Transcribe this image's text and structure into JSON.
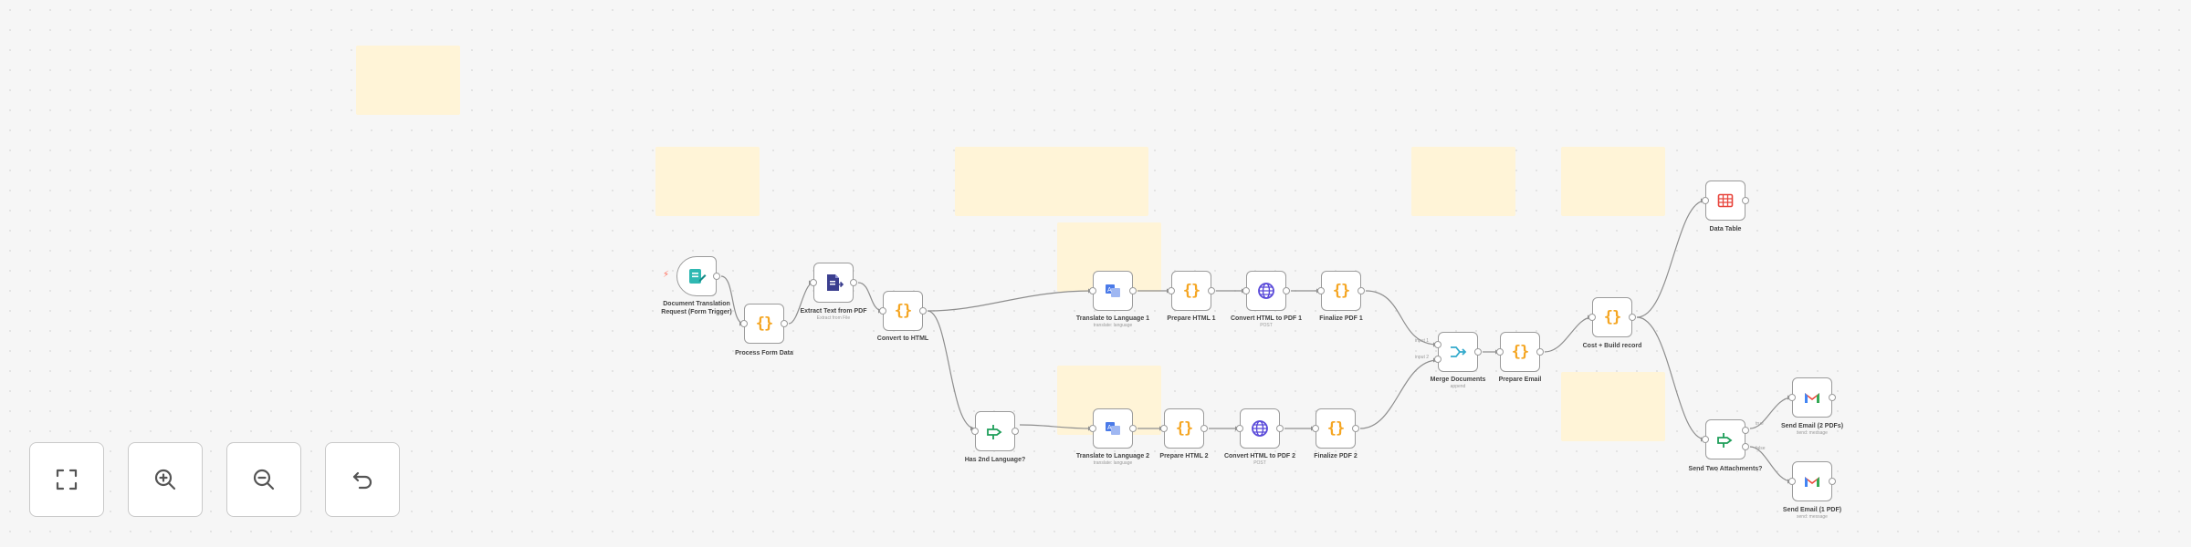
{
  "canvas": {
    "nodes": {
      "form_trigger": {
        "label": "Document Translation Request (Form Trigger)",
        "icon": "form-icon"
      },
      "process_form": {
        "label": "Process Form Data",
        "icon": "code-icon"
      },
      "extract_pdf": {
        "label": "Extract Text from PDF",
        "sub": "Extract from File",
        "icon": "file-extract-icon"
      },
      "convert_html": {
        "label": "Convert to HTML",
        "icon": "code-icon"
      },
      "translate_1": {
        "label": "Translate to Language 1",
        "sub": "translate: language",
        "icon": "translate-icon"
      },
      "prepare_html_1": {
        "label": "Prepare HTML 1",
        "icon": "code-icon"
      },
      "convert_pdf_1": {
        "label": "Convert HTML to PDF 1",
        "sub": "POST",
        "icon": "globe-icon"
      },
      "finalize_pdf_1": {
        "label": "Finalize PDF 1",
        "icon": "code-icon"
      },
      "has_2nd_lang": {
        "label": "Has 2nd Language?",
        "icon": "if-icon"
      },
      "translate_2": {
        "label": "Translate to Language 2",
        "sub": "translate: language",
        "icon": "translate-icon"
      },
      "prepare_html_2": {
        "label": "Prepare HTML 2",
        "icon": "code-icon"
      },
      "convert_pdf_2": {
        "label": "Convert HTML to PDF 2",
        "sub": "POST",
        "icon": "globe-icon"
      },
      "finalize_pdf_2": {
        "label": "Finalize PDF 2",
        "icon": "code-icon"
      },
      "merge_docs": {
        "label": "Merge Documents",
        "sub": "append",
        "icon": "merge-icon"
      },
      "prepare_email": {
        "label": "Prepare Email",
        "icon": "code-icon"
      },
      "cost_build": {
        "label": "Cost + Build record",
        "icon": "code-icon"
      },
      "data_table": {
        "label": "Data Table",
        "icon": "table-icon"
      },
      "send_two": {
        "label": "Send Two Attachments?",
        "icon": "if-icon"
      },
      "send_email_2": {
        "label": "Send Email (2 PDFs)",
        "sub": "send: message",
        "icon": "gmail-icon"
      },
      "send_email_1": {
        "label": "Send Email (1 PDF)",
        "sub": "send: message",
        "icon": "gmail-icon"
      }
    },
    "edge_labels": {
      "input1": "input 1",
      "input2": "input 2",
      "true": "true",
      "false": "false"
    }
  },
  "controls": {
    "zoom_to_fit": {
      "icon": "fit-view-icon"
    },
    "zoom_in": {
      "icon": "zoom-in-icon"
    },
    "zoom_out": {
      "icon": "zoom-out-icon"
    },
    "reset": {
      "icon": "undo-icon"
    }
  },
  "colors": {
    "sticky": "#fff4d7",
    "code": "#f5a623",
    "trigger": "#2fb8b2",
    "translate": "#4a7ae8",
    "http": "#5a4ad9",
    "if": "#1e9e59",
    "merge": "#33aacc",
    "table": "#e8453c",
    "gmail_red": "#ea4335",
    "gmail_blue": "#4285f4"
  }
}
